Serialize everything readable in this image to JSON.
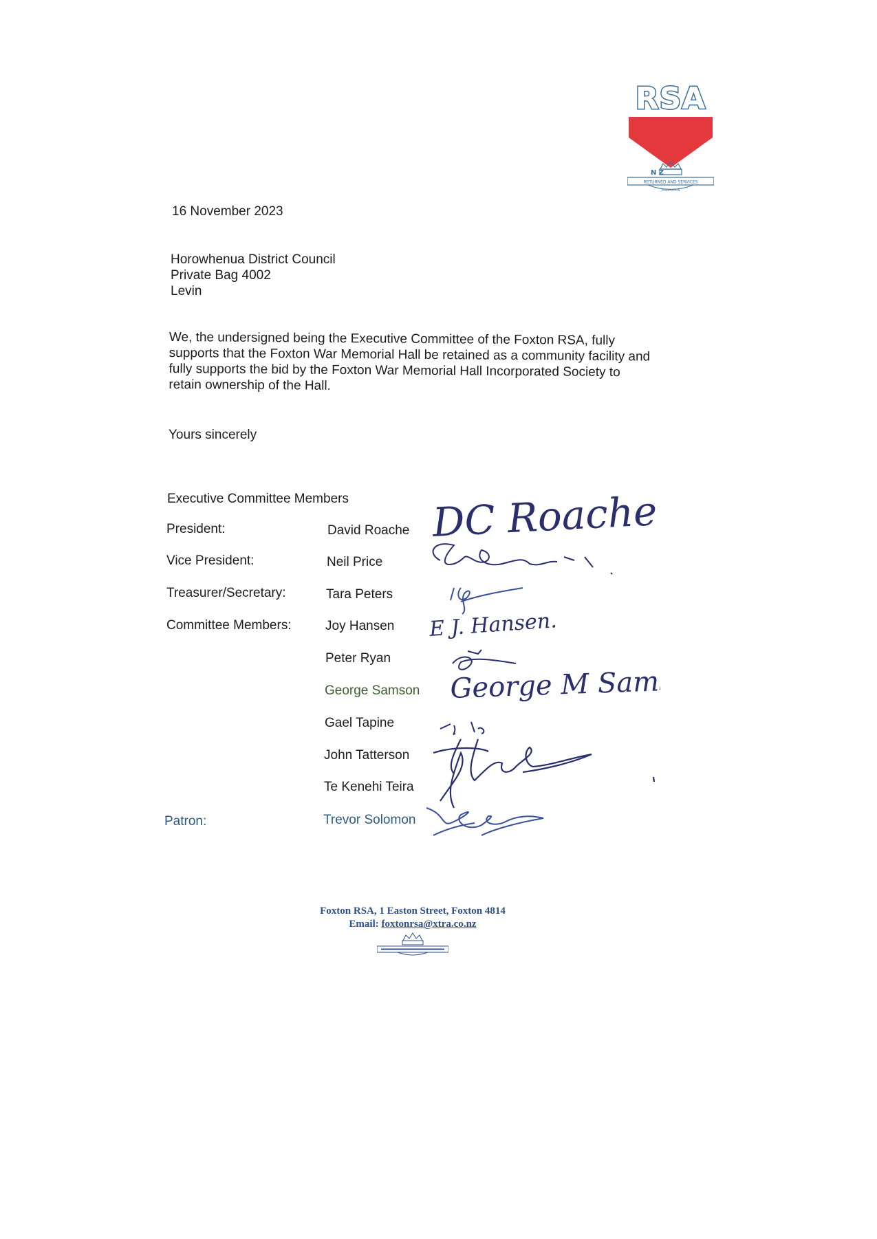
{
  "logo": {
    "text": "RSA",
    "emblem_letters": "N Z",
    "badge_text": "RETURNED AND SERVICES",
    "badge_subtext": "ASSOCIATION",
    "colors": {
      "blue": "#3d6f97",
      "red": "#e3393d"
    }
  },
  "letter": {
    "date": "16 November 2023",
    "recipient": [
      "Horowhenua District Council",
      "Private Bag 4002",
      "Levin"
    ],
    "body": [
      "We, the undersigned being the Executive Committee of the Foxton RSA, fully",
      "supports that the Foxton War Memorial Hall be retained as a community facility and",
      "fully supports the bid by the Foxton War Memorial Hall Incorporated Society to",
      "retain ownership of the Hall."
    ],
    "closing": "Yours sincerely",
    "committee_heading": "Executive Committee Members"
  },
  "committee": {
    "roles": {
      "president": "President:",
      "vice_president": "Vice President:",
      "treasurer": "Treasurer/Secretary:",
      "members": "Committee Members:",
      "patron": "Patron:"
    },
    "names": [
      "David Roache",
      "Neil Price",
      "Tara Peters",
      "Joy Hansen",
      "Peter Ryan",
      "George Samson",
      "Gael Tapine",
      "John Tatterson",
      "Te Kenehi Teira",
      "Trevor Solomon"
    ],
    "signatures": {
      "roache": "DC Roache",
      "hansen": "E J. Hansen.",
      "samson": "George M Samson"
    }
  },
  "footer": {
    "address": "Foxton RSA, 1 Easton Street, Foxton 4814",
    "email_label": "Email:",
    "email": "foxtonrsa@xtra.co.nz"
  }
}
